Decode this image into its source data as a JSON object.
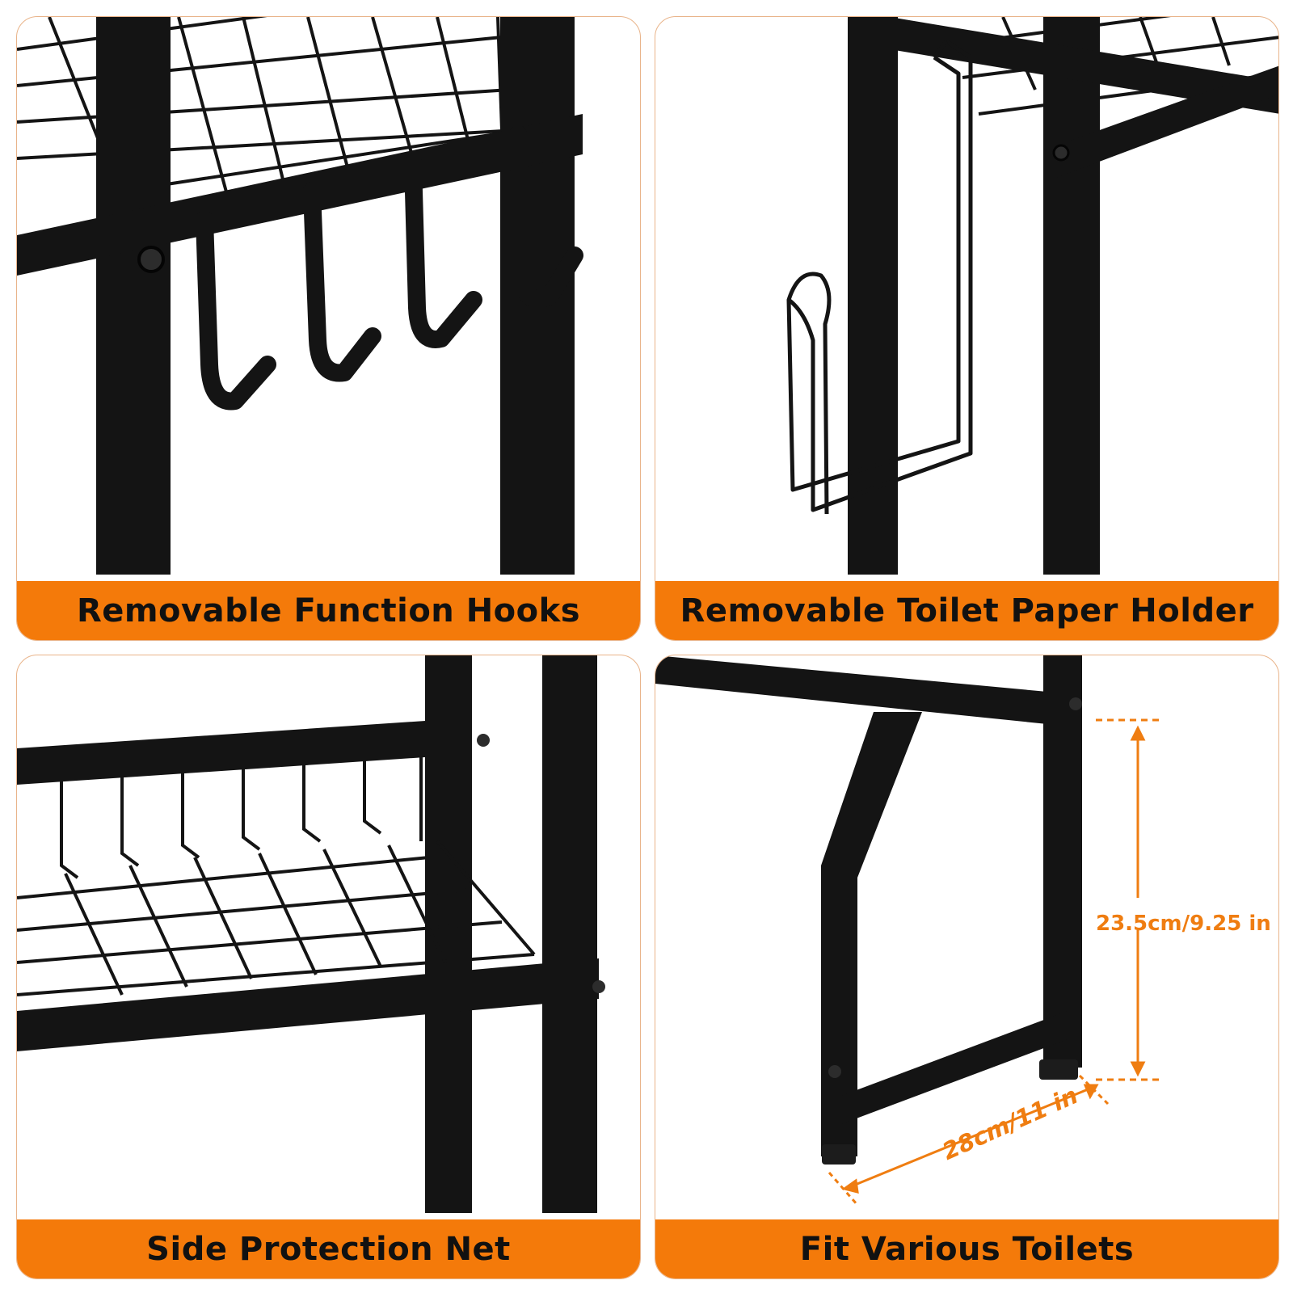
{
  "panels": [
    {
      "id": "hooks",
      "caption": "Removable Function Hooks"
    },
    {
      "id": "paper-holder",
      "caption": "Removable Toilet Paper Holder"
    },
    {
      "id": "side-net",
      "caption": "Side Protection Net"
    },
    {
      "id": "toilets",
      "caption": "Fit Various Toilets"
    }
  ],
  "dimensions": {
    "height": "23.5cm/9.25 in",
    "width": "28cm/11 in"
  },
  "colors": {
    "caption_bar": "#f47a0a",
    "dimension_text": "#ef7d11",
    "frame": "#141414",
    "panel_border": "#e9b48a"
  }
}
